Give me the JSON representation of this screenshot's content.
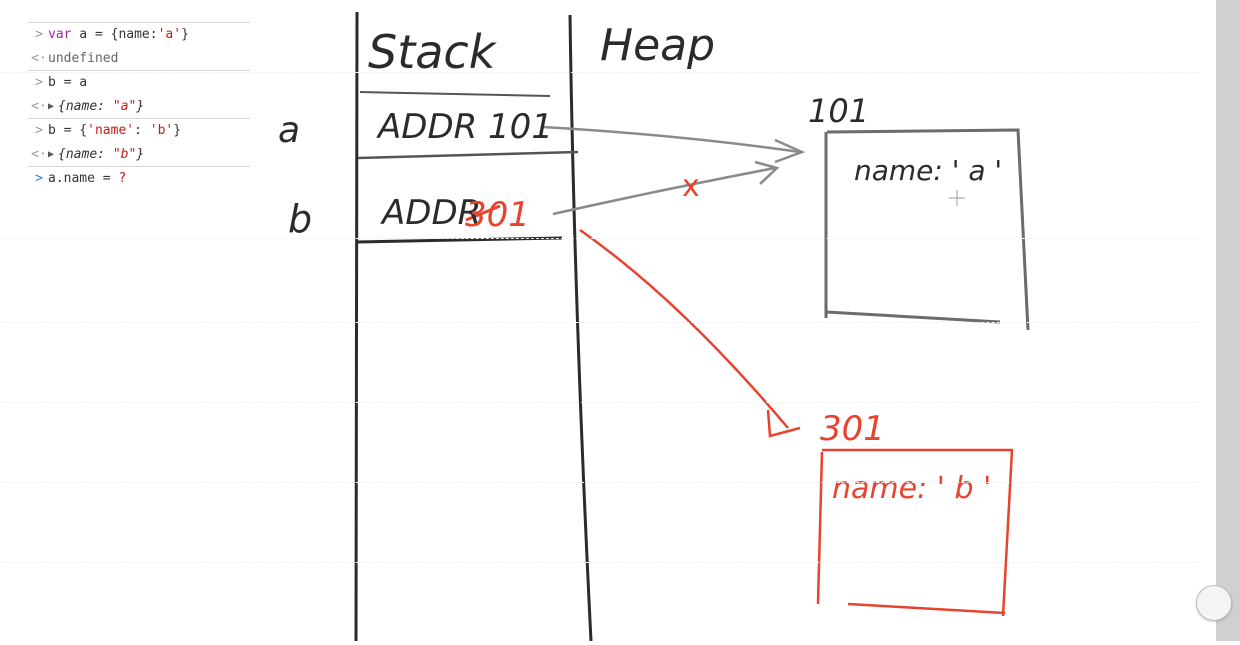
{
  "console": {
    "lines": [
      {
        "prefix": ">",
        "parts": [
          {
            "t": "var",
            "c": "kw"
          },
          {
            "t": " a = {name:",
            "c": ""
          },
          {
            "t": "'a'",
            "c": "str"
          },
          {
            "t": "}",
            "c": ""
          }
        ]
      },
      {
        "prefix": "<·",
        "text": "undefined"
      },
      {
        "prefix": ">",
        "text": "b = a"
      },
      {
        "prefix": "<·",
        "obj": "{name: ",
        "val": "\"a\"",
        "end": "}"
      },
      {
        "prefix": ">",
        "parts": [
          {
            "t": "b = {",
            "c": ""
          },
          {
            "t": "'name'",
            "c": "str"
          },
          {
            "t": ": ",
            "c": ""
          },
          {
            "t": "'b'",
            "c": "str"
          },
          {
            "t": "}",
            "c": ""
          }
        ]
      },
      {
        "prefix": "<·",
        "obj": "{name: ",
        "val": "\"b\"",
        "end": "}"
      },
      {
        "prefix": ">",
        "parts": [
          {
            "t": "a.name = ",
            "c": ""
          },
          {
            "t": "?",
            "c": "str"
          }
        ]
      }
    ]
  },
  "drawing": {
    "stack_label": "Stack",
    "heap_label": "Heap",
    "var_a": "a",
    "var_b": "b",
    "addr_a": "ADDR 101",
    "addr_b_prefix": "ADDR",
    "addr_b_crossed": "301",
    "heap_addr_1": "101",
    "heap_addr_2": "301",
    "heap_obj_1": "name: ' a '",
    "heap_obj_2": "name: ' b '",
    "cross_mark": "x"
  },
  "colors": {
    "ink": "#2b2b2b",
    "gray_ink": "#8a8a8a",
    "red_ink": "#e8432e"
  }
}
